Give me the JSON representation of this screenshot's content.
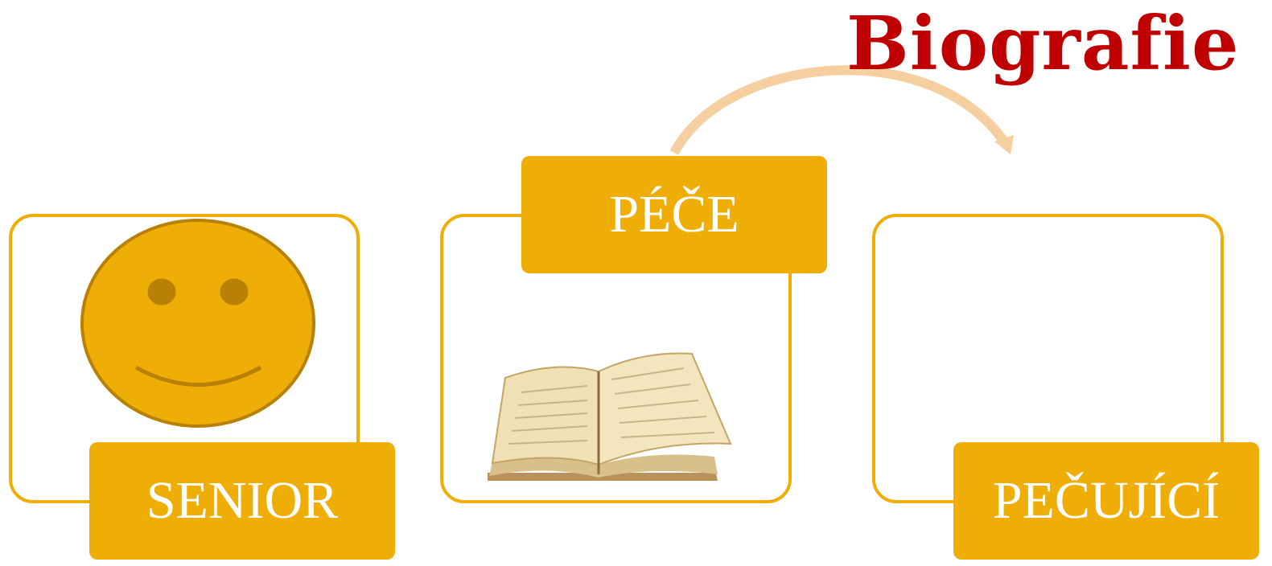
{
  "title": "Biografie",
  "colors": {
    "accent": "#EEAE05",
    "title": "#C00000",
    "arrow": "#F5CFA0",
    "face_fill": "#EEAE05",
    "face_line": "#B88004",
    "white": "#FFFFFF"
  },
  "nodes": [
    {
      "label": "SENIOR",
      "icon": "smiley-face-icon"
    },
    {
      "label": "PÉČE",
      "icon": "open-book-icon"
    },
    {
      "label": "PEČUJÍCÍ",
      "icon": ""
    }
  ],
  "arrow": {
    "from": "PÉČE",
    "to": "PEČUJÍCÍ"
  }
}
